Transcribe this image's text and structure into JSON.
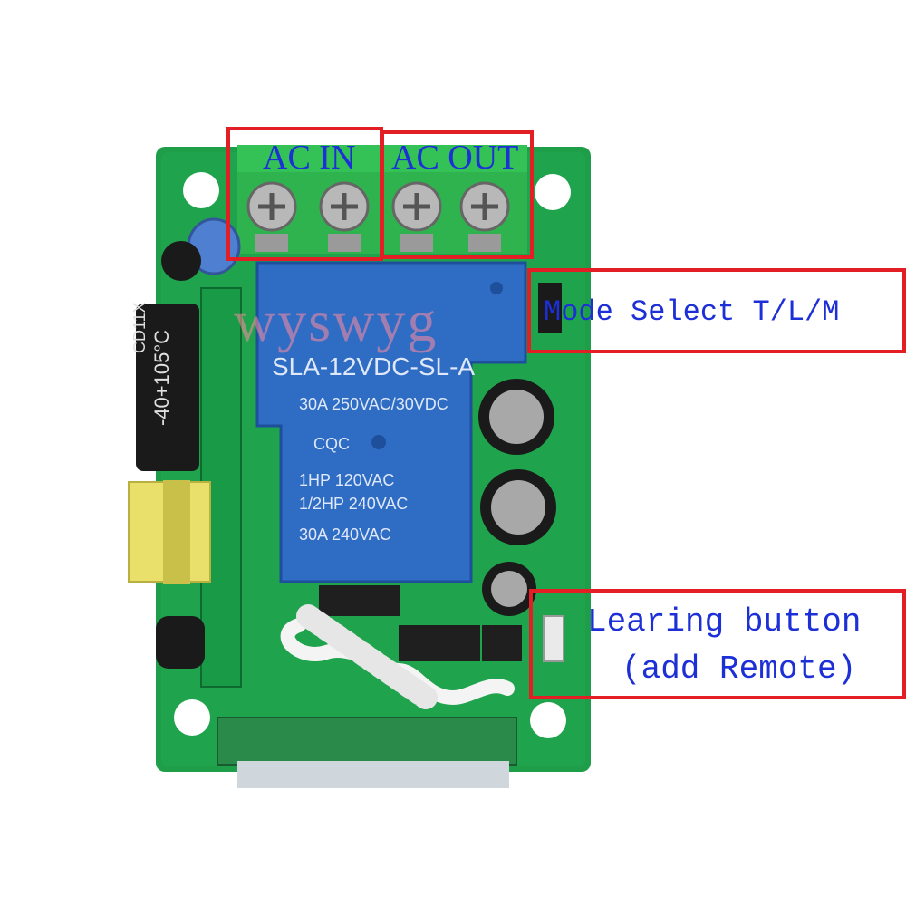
{
  "labels": {
    "ac_in": "AC  IN",
    "ac_out": "AC  OUT",
    "mode_select": "Mode Select T/L/M",
    "learning_line1": "Learing button",
    "learning_line2": "(add Remote)"
  },
  "watermark": "wyswyg",
  "relay": {
    "model": "SLA-12VDC-SL-A",
    "rating1": "30A  250VAC/30VDC",
    "rating2": "1HP 120VAC",
    "rating3": "1/2HP 240VAC",
    "rating4": "30A 240VAC",
    "cert": "CQC"
  },
  "capacitor_side": {
    "text1": "CD11X",
    "text2": "-40+105°C"
  },
  "colors": {
    "box_red": "#e31e24",
    "label_blue": "#1d2fd6",
    "pcb_green": "#1f9e4a",
    "relay_blue": "#2f6cc4",
    "terminal_green": "#2fb34e"
  }
}
